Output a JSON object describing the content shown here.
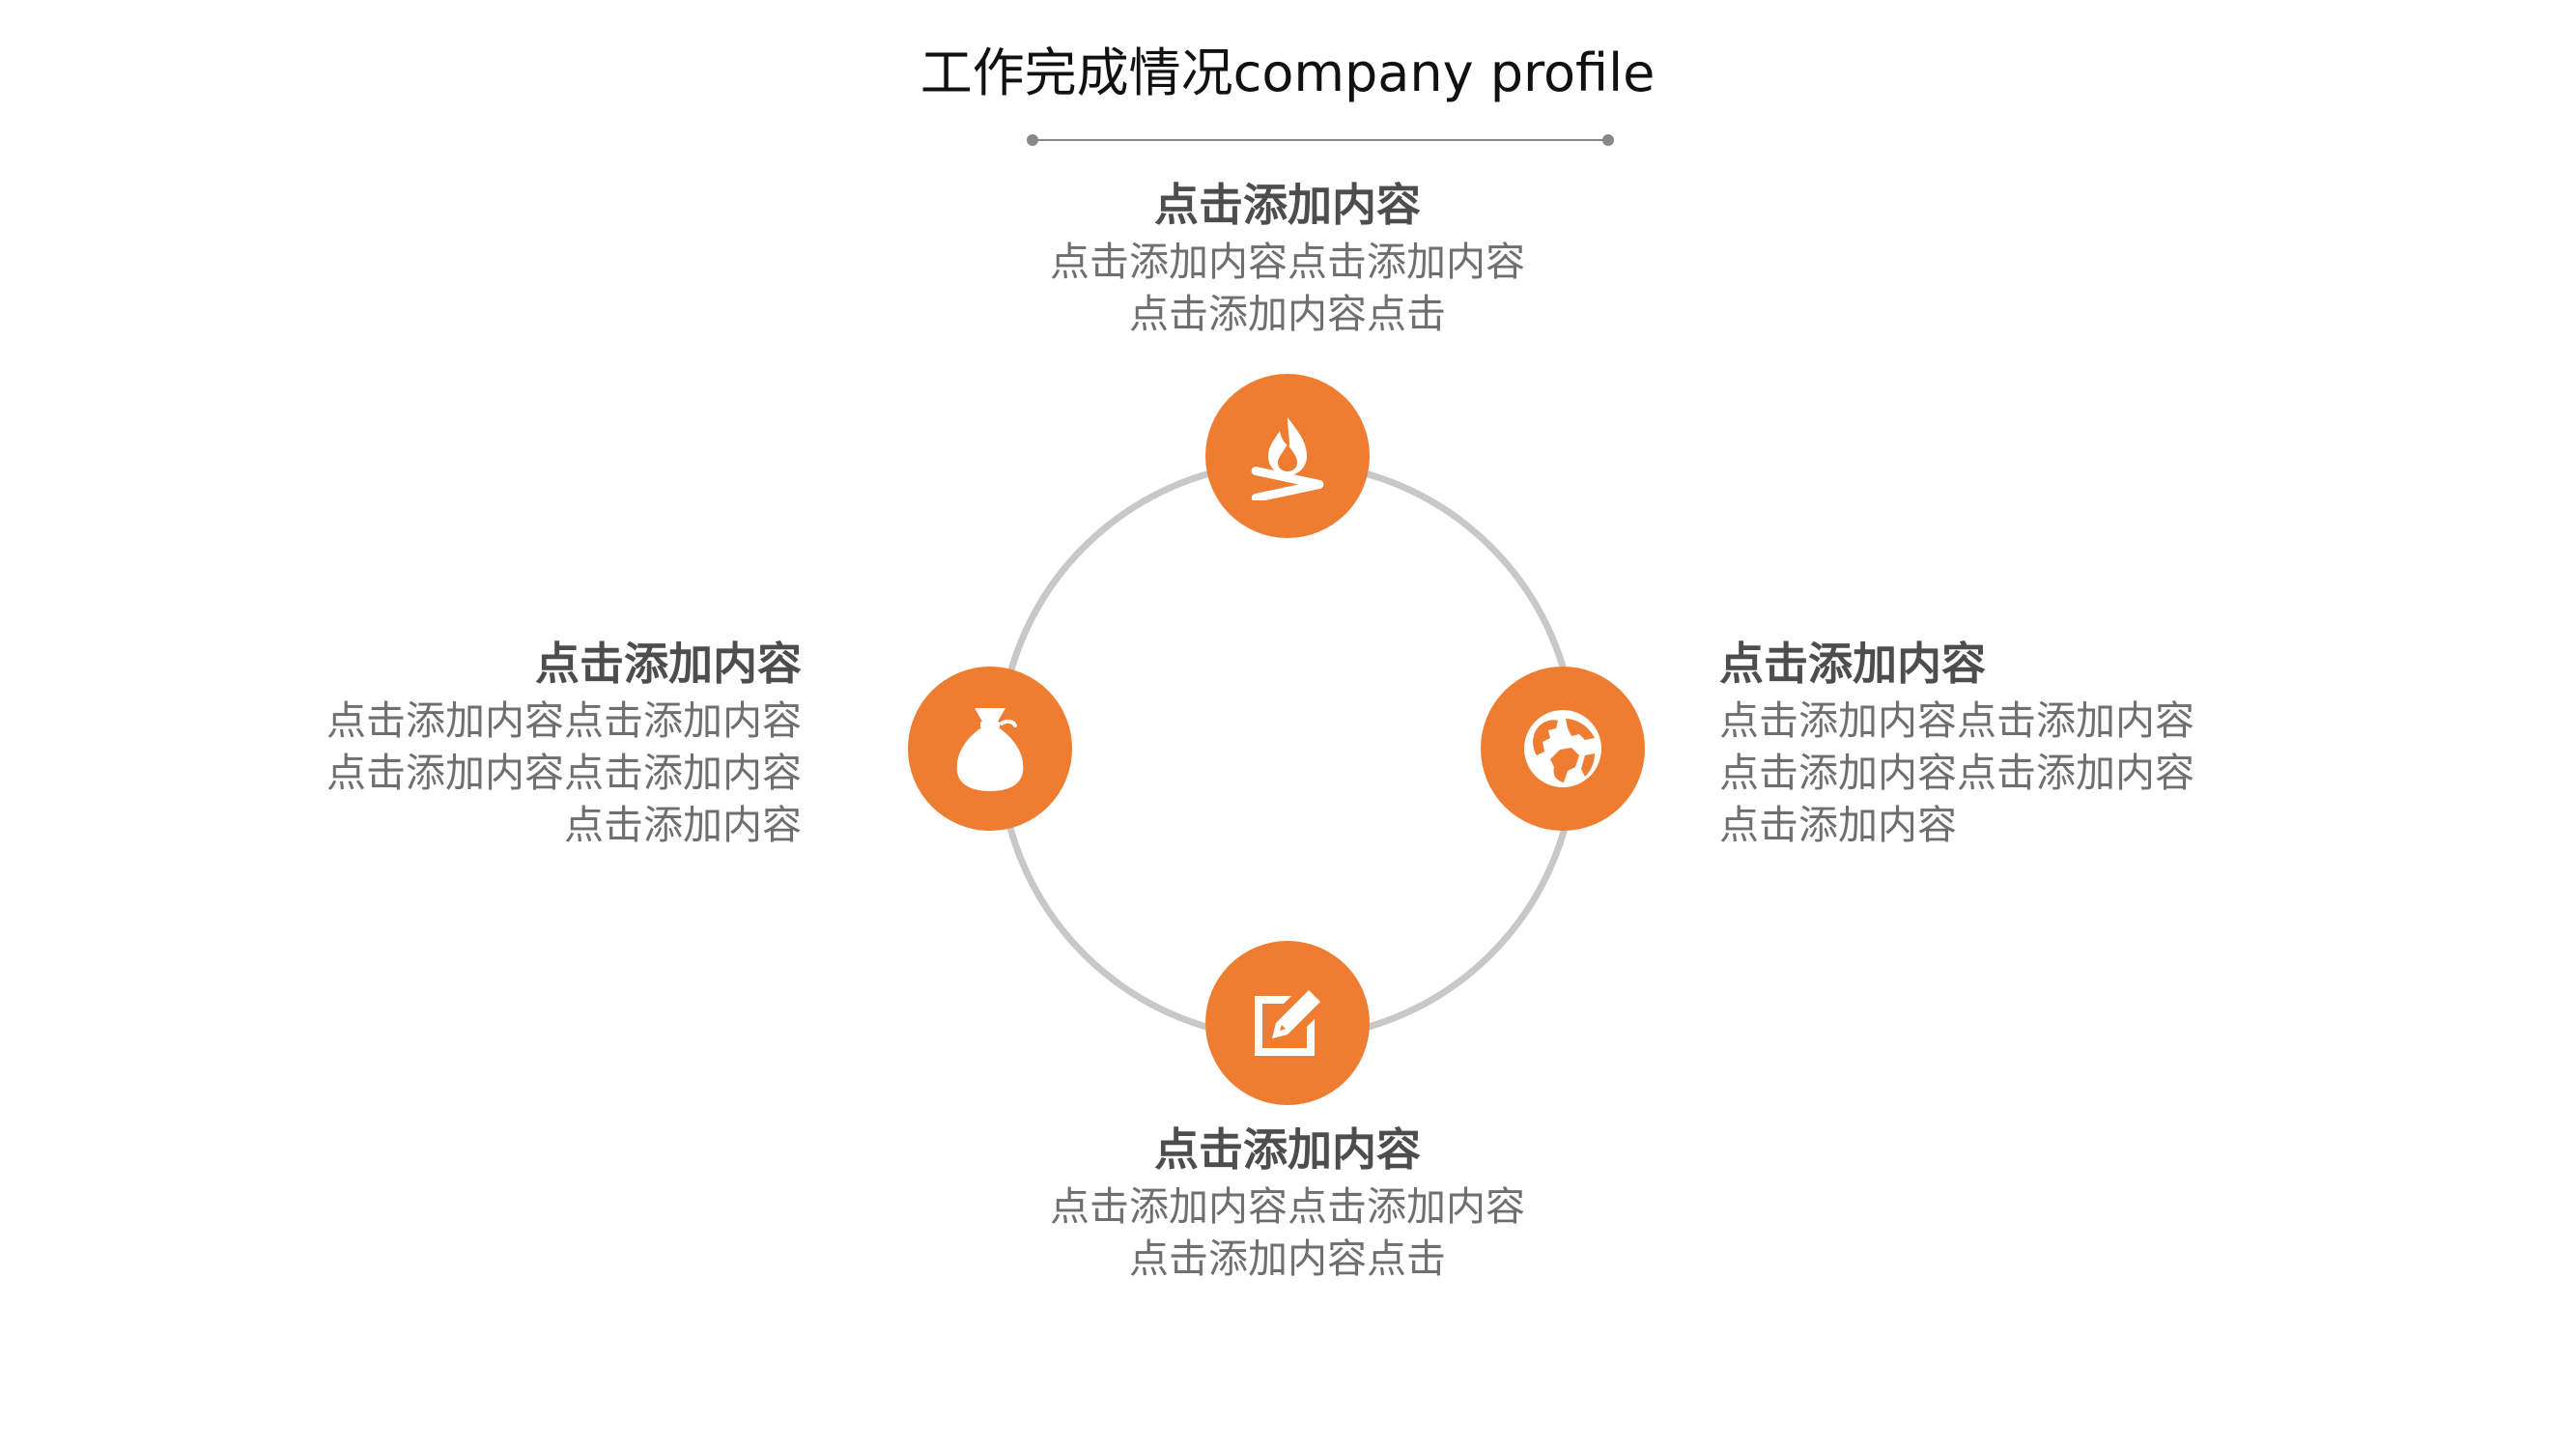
{
  "title": "工作完成情况company profile",
  "colors": {
    "accent": "#ee7d31",
    "ring": "#c8c8c8",
    "heading": "#4d4d4d",
    "body": "#6f6f6f"
  },
  "items": {
    "top": {
      "icon": "campfire-icon",
      "heading": "点击添加内容",
      "lines": [
        "点击添加内容点击添加内容",
        "点击添加内容点击"
      ]
    },
    "right": {
      "icon": "globe-icon",
      "heading": "点击添加内容",
      "lines": [
        "点击添加内容点击添加内容",
        "点击添加内容点击添加内容",
        "点击添加内容"
      ]
    },
    "bottom": {
      "icon": "edit-icon",
      "heading": "点击添加内容",
      "lines": [
        "点击添加内容点击添加内容",
        "点击添加内容点击"
      ]
    },
    "left": {
      "icon": "money-bag-icon",
      "heading": "点击添加内容",
      "lines": [
        "点击添加内容点击添加内容",
        "点击添加内容点击添加内容",
        "点击添加内容"
      ]
    }
  }
}
